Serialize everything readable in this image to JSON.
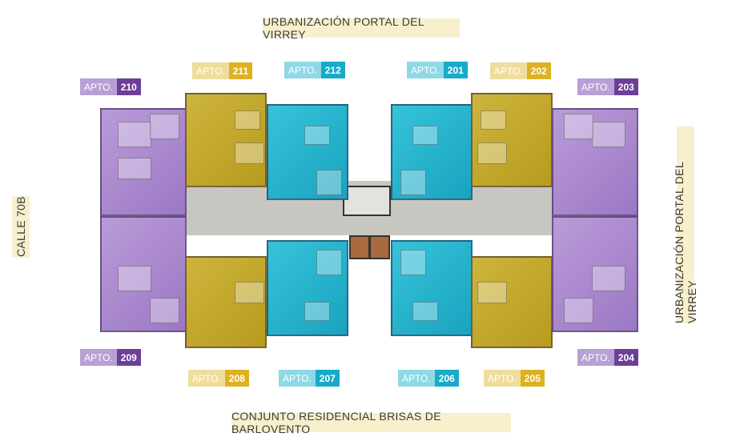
{
  "titles": {
    "top": "URBANIZACIÓN PORTAL DEL VIRREY",
    "bottom": "CONJUNTO RESIDENCIAL BRISAS DE BARLOVENTO",
    "left": "CALLE 70B",
    "right": "URBANIZACIÓN PORTAL DEL VIRREY"
  },
  "prefix": "APTO.",
  "units": {
    "u210": "210",
    "u211": "211",
    "u212": "212",
    "u201": "201",
    "u202": "202",
    "u203": "203",
    "u209": "209",
    "u208": "208",
    "u207": "207",
    "u206": "206",
    "u205": "205",
    "u204": "204"
  },
  "colors": {
    "purple": "#6c3f99",
    "yellow": "#dcb220",
    "cyan": "#18abc9",
    "title_bg": "#f8f0cc"
  }
}
